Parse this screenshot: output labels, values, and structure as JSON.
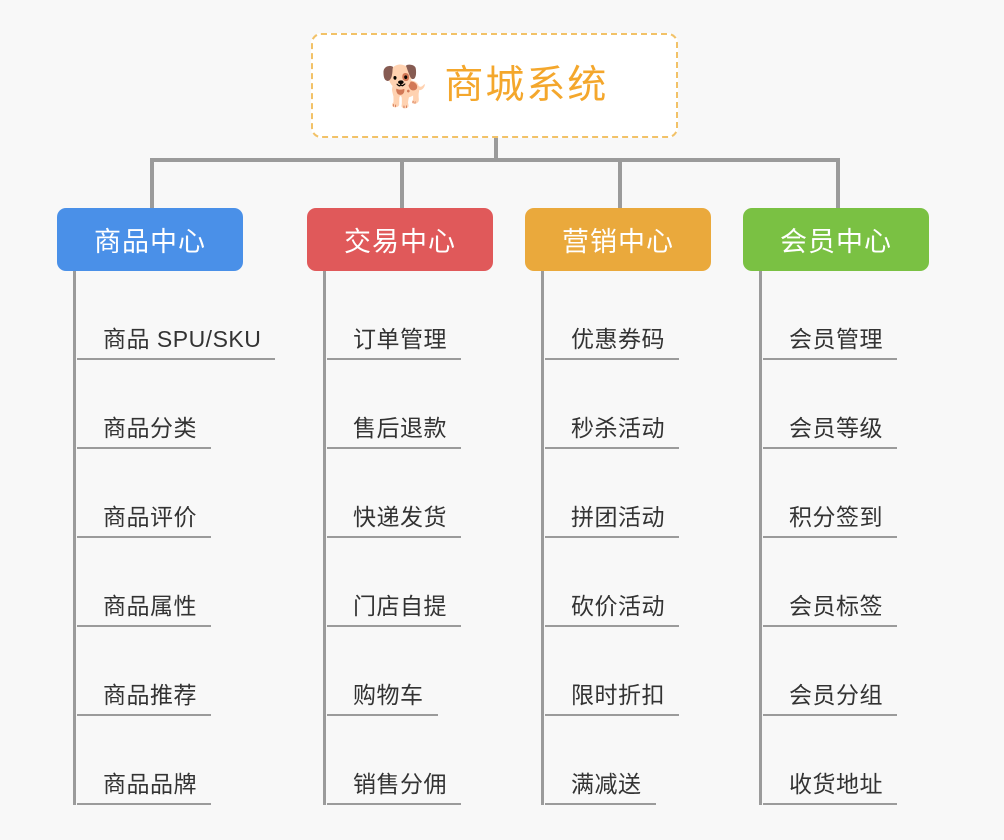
{
  "page": {
    "background_color": "#f8f8f8",
    "connector_color": "#9b9b9b"
  },
  "root": {
    "icon": "shiba-dog-face-emoji",
    "icon_glyph": "🐕",
    "title": "商城系统",
    "title_color": "#f4a72c",
    "border_color": "#f2c268",
    "background_color": "#ffffff"
  },
  "categories": [
    {
      "label": "商品中心",
      "color": "#4a90e8",
      "color_name": "blue",
      "items": [
        {
          "label": "商品 SPU/SKU"
        },
        {
          "label": "商品分类"
        },
        {
          "label": "商品评价"
        },
        {
          "label": "商品属性"
        },
        {
          "label": "商品推荐"
        },
        {
          "label": "商品品牌"
        }
      ]
    },
    {
      "label": "交易中心",
      "color": "#e0595a",
      "color_name": "red",
      "items": [
        {
          "label": "订单管理"
        },
        {
          "label": "售后退款"
        },
        {
          "label": "快递发货"
        },
        {
          "label": "门店自提"
        },
        {
          "label": "购物车"
        },
        {
          "label": "销售分佣"
        }
      ]
    },
    {
      "label": "营销中心",
      "color": "#eaa93c",
      "color_name": "orange",
      "items": [
        {
          "label": "优惠券码"
        },
        {
          "label": "秒杀活动"
        },
        {
          "label": "拼团活动"
        },
        {
          "label": "砍价活动"
        },
        {
          "label": "限时折扣"
        },
        {
          "label": "满减送"
        }
      ]
    },
    {
      "label": "会员中心",
      "color": "#7ac143",
      "color_name": "green",
      "items": [
        {
          "label": "会员管理"
        },
        {
          "label": "会员等级"
        },
        {
          "label": "积分签到"
        },
        {
          "label": "会员标签"
        },
        {
          "label": "会员分组"
        },
        {
          "label": "收货地址"
        }
      ]
    }
  ]
}
